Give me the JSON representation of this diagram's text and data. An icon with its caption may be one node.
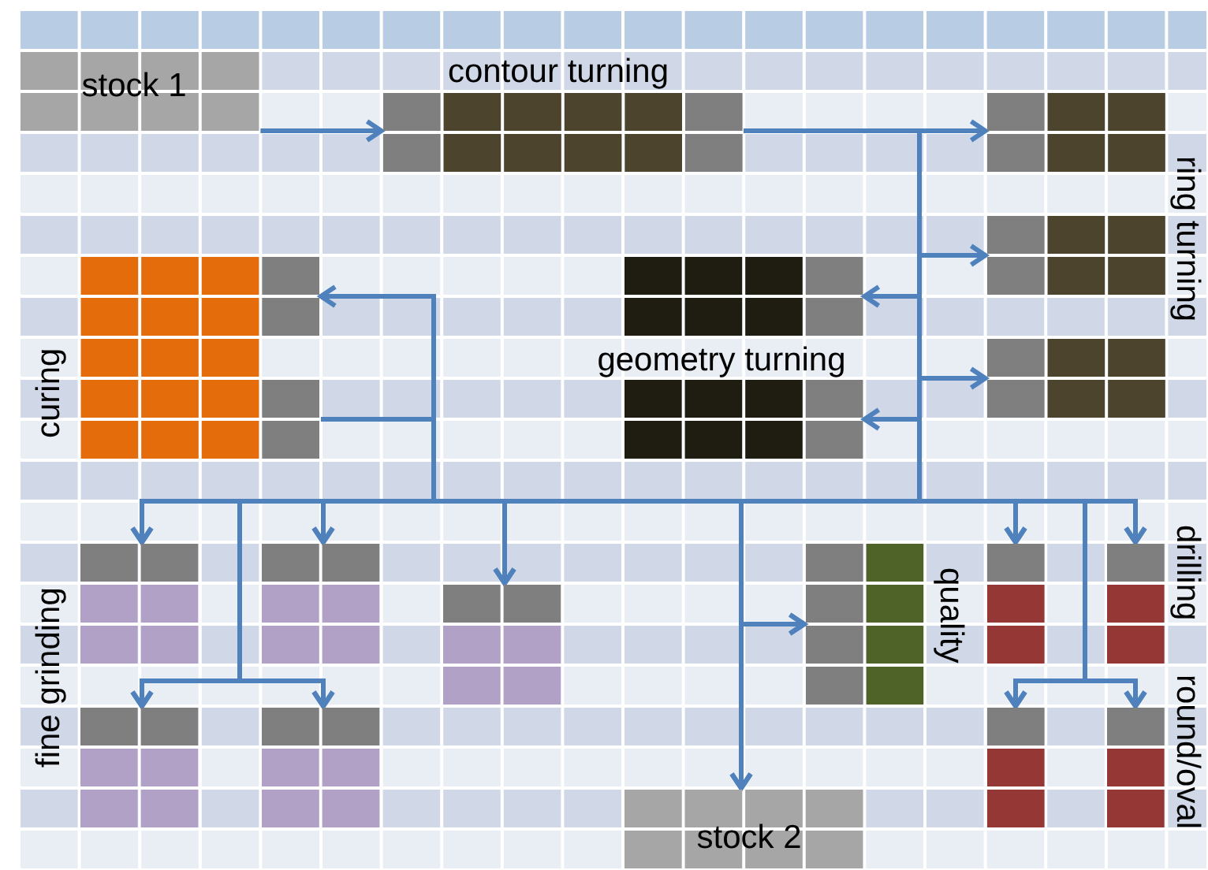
{
  "diagram": {
    "nodes": [
      {
        "text": [
          "stock 1"
        ]
      },
      {
        "text": [
          "contour turning"
        ]
      },
      {
        "text": [],
        "shape": "box"
      },
      {
        "text": [],
        "shape": "box"
      },
      {
        "text": [],
        "shape": "box"
      },
      {
        "text": [],
        "shape": "box"
      },
      {
        "text": [],
        "shape": "box"
      },
      {
        "text": [
          "curing"
        ]
      },
      {
        "text": [],
        "shape": "box"
      },
      {
        "text": [],
        "shape": "box"
      },
      {
        "text": [],
        "shape": "box"
      },
      {
        "text": [],
        "shape": "box"
      },
      {
        "text": [],
        "shape": "box"
      },
      {
        "text": [
          "quality"
        ]
      },
      {
        "text": [],
        "shape": "box"
      },
      {
        "text": [],
        "shape": "box"
      },
      {
        "text": [],
        "shape": "box"
      },
      {
        "text": [],
        "shape": "box"
      },
      {
        "text": [
          "stock 2"
        ]
      }
    ],
    "edges": [
      {
        "from": 0,
        "to": 1,
        "arrow": "to"
      },
      {
        "from": 1,
        "to": 2,
        "arrow": "to"
      },
      {
        "from": 1,
        "to": 3,
        "arrow": "to"
      },
      {
        "from": 1,
        "to": 4,
        "arrow": "to"
      },
      {
        "from": 1,
        "to": 5,
        "arrow": "to"
      },
      {
        "from": 1,
        "to": 6,
        "arrow": "to"
      },
      {
        "from": 1,
        "to": 7,
        "arrow": "to"
      },
      {
        "from": 1,
        "to": 8,
        "arrow": "to"
      },
      {
        "from": 1,
        "to": 9,
        "arrow": "to"
      },
      {
        "from": 1,
        "to": 10,
        "arrow": "to"
      },
      {
        "from": 1,
        "to": 11,
        "arrow": "to"
      },
      {
        "from": 1,
        "to": 12,
        "arrow": "to"
      },
      {
        "from": 1,
        "to": 13,
        "arrow": "to"
      },
      {
        "from": 1,
        "to": 14,
        "arrow": "to"
      },
      {
        "from": 1,
        "to": 15,
        "arrow": "to"
      },
      {
        "from": 1,
        "to": 16,
        "arrow": "to"
      },
      {
        "from": 1,
        "to": 17,
        "arrow": "to"
      },
      {
        "from": 1,
        "to": 18,
        "arrow": "to"
      },
      {
        "from": 7,
        "to": 8,
        "arrow": "to"
      },
      {
        "from": 7,
        "to": 9,
        "arrow": "to"
      },
      {
        "from": 7,
        "to": 10,
        "arrow": "to"
      },
      {
        "from": 7,
        "to": 11,
        "arrow": "to"
      },
      {
        "from": 7,
        "to": 12,
        "arrow": "to"
      },
      {
        "from": 7,
        "to": 13,
        "arrow": "to"
      },
      {
        "from": 7,
        "to": 14,
        "arrow": "to"
      },
      {
        "from": 7,
        "to": 15,
        "arrow": "to"
      },
      {
        "from": 7,
        "to": 16,
        "arrow": "to"
      },
      {
        "from": 7,
        "to": 17,
        "arrow": "to"
      },
      {
        "from": 7,
        "to": 18,
        "arrow": "to"
      }
    ],
    "labels": [
      "ring turning",
      "geometry turning",
      "fine grinding",
      "drilling",
      "round/oval"
    ]
  }
}
